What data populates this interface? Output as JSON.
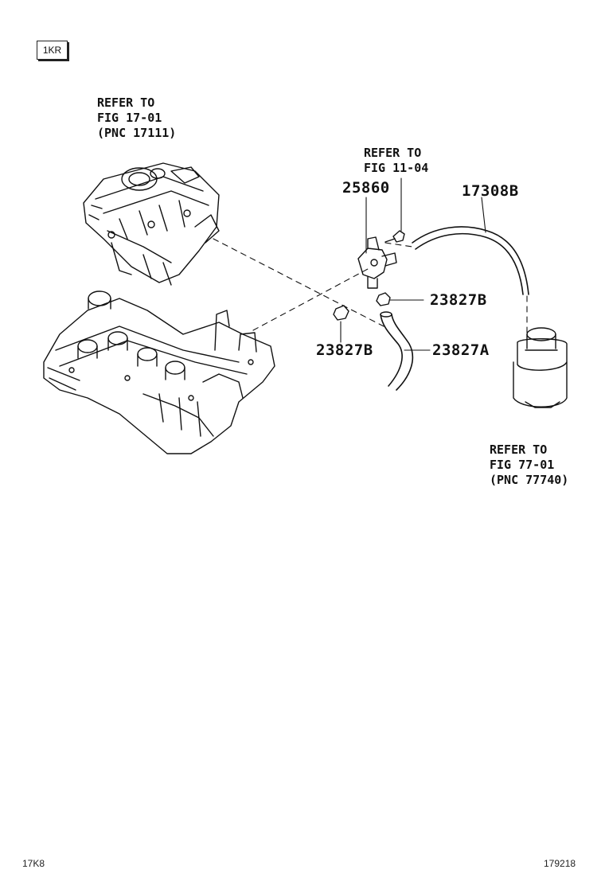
{
  "badge": "1KR",
  "refs": {
    "manifold": [
      "REFER TO",
      "FIG 17-01",
      "(PNC 17111)"
    ],
    "valve": [
      "REFER TO",
      "FIG 11-04"
    ],
    "canister": [
      "REFER TO",
      "FIG 77-01",
      "(PNC 77740)"
    ]
  },
  "parts": {
    "vsv": "25860",
    "hose_main": "17308B",
    "clamp_right": "23827B",
    "clamp_left": "23827B",
    "hose_small": "23827A"
  },
  "footer": {
    "left_code": "17K8",
    "right_code": "179218"
  }
}
